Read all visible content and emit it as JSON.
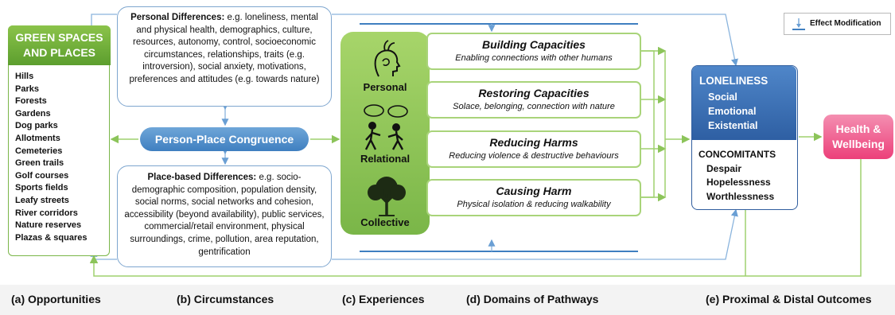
{
  "green_spaces": {
    "title_line1": "GREEN SPACES",
    "title_line2": "AND PLACES",
    "items": [
      "Hills",
      "Parks",
      "Forests",
      "Gardens",
      "Dog parks",
      "Allotments",
      "Cemeteries",
      "Green trails",
      "Golf courses",
      "Sports fields",
      "Leafy streets",
      "River corridors",
      "Nature reserves",
      "Plazas & squares"
    ]
  },
  "personal_differences": {
    "heading": "Personal Differences:",
    "text": " e.g. loneliness, mental and physical health, demographics, culture, resources, autonomy, control, socioeconomic circumstances, relationships, traits (e.g. introversion), social anxiety, motivations, preferences and attitudes (e.g. towards nature)"
  },
  "person_place_congruence": "Person-Place Congruence",
  "place_based_differences": {
    "heading": "Place-based Differences:",
    "text": " e.g. socio-demographic composition, population density, social norms, social networks and cohesion, accessibility (beyond availability), public services, commercial/retail environment, physical surroundings, crime, pollution, area reputation, gentrification"
  },
  "experiences": [
    "Personal",
    "Relational",
    "Collective"
  ],
  "pathways": [
    {
      "title": "Building Capacities",
      "subtitle": "Enabling connections with other humans"
    },
    {
      "title": "Restoring Capacities",
      "subtitle": "Solace, belonging, connection with nature"
    },
    {
      "title": "Reducing Harms",
      "subtitle": "Reducing violence & destructive behaviours"
    },
    {
      "title": "Causing Harm",
      "subtitle": "Physical isolation & reducing walkability"
    }
  ],
  "loneliness": {
    "title": "LONELINESS",
    "types": [
      "Social",
      "Emotional",
      "Existential"
    ],
    "concomitants_title": "CONCOMITANTS",
    "concomitants": [
      "Despair",
      "Hopelessness",
      "Worthlessness"
    ]
  },
  "health": {
    "line1": "Health &",
    "line2": "Wellbeing"
  },
  "legend": {
    "label": "Effect Modification"
  },
  "stage_labels": [
    "(a) Opportunities",
    "(b) Circumstances",
    "(c) Experiences",
    "(d) Domains of Pathways",
    "(e) Proximal & Distal Outcomes"
  ],
  "colors": {
    "green": "#7ab648",
    "blue": "#3f7fc0",
    "light_blue": "#7ea6cf",
    "pink": "#ec407a",
    "navy": "#2e5fa3"
  }
}
